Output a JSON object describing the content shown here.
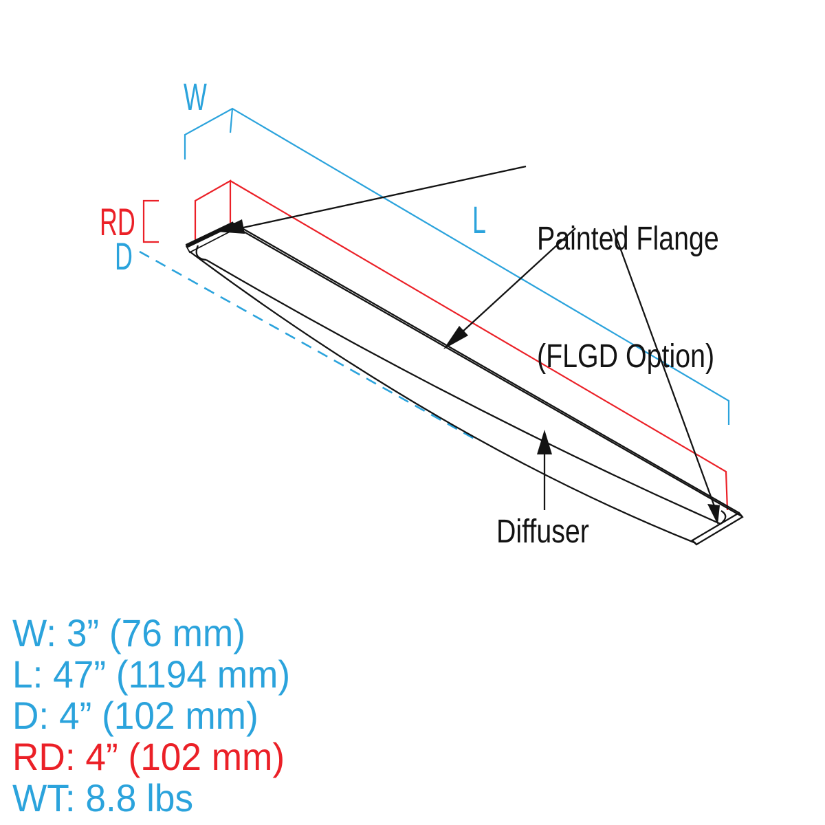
{
  "diagram": {
    "dimension_labels": {
      "w": "W",
      "l": "L",
      "rd": "RD",
      "d": "D"
    },
    "callouts": {
      "painted_flange": [
        "Painted Flange",
        "(FLGD Option)"
      ],
      "diffuser": "Diffuser"
    }
  },
  "specs": [
    {
      "id": "width",
      "text": "W: 3” (76 mm)",
      "color": "blue"
    },
    {
      "id": "length",
      "text": "L: 47” (1194 mm)",
      "color": "blue"
    },
    {
      "id": "depth",
      "text": "D: 4” (102 mm)",
      "color": "blue"
    },
    {
      "id": "recess-depth",
      "text": "RD: 4” (102 mm)",
      "color": "red"
    },
    {
      "id": "weight",
      "text": "WT: 8.8 lbs",
      "color": "blue"
    }
  ],
  "colors": {
    "blue": "#2BA3DC",
    "red": "#EB2027",
    "black": "#131313"
  }
}
